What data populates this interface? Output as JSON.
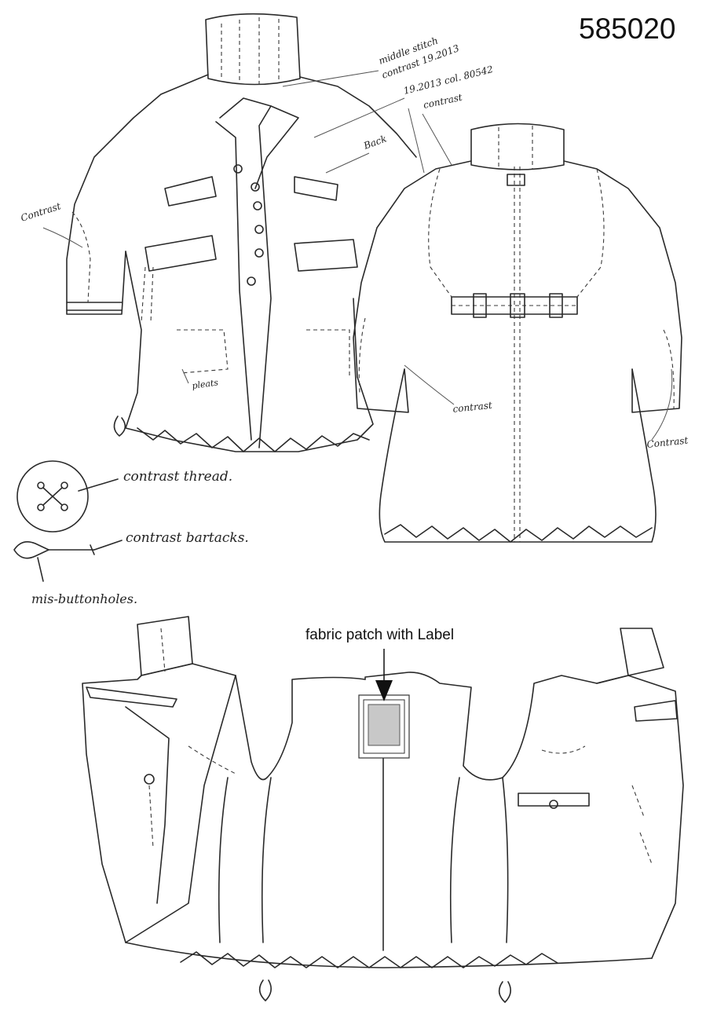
{
  "style_number": "585020",
  "patch_callout": "fabric patch with Label",
  "handwritten_notes": {
    "middle_stitch": "middle stitch",
    "contrast_ref": "contrast 19.2013",
    "color_ref": "19.2013 col. 80542",
    "contrast": "contrast",
    "back": "Back",
    "contrast_sleeve_left": "Contrast",
    "contrast_back": "contrast",
    "contrast_sleeve_right": "Contrast",
    "pleats": "pleats",
    "contrast_thread": "contrast thread.",
    "contrast_bartacks": "contrast bartacks.",
    "mis_buttonholes": "mis-buttonholes."
  },
  "colors": {
    "ink": "#2a2a2a",
    "patch_fill": "#c8c8c8"
  }
}
